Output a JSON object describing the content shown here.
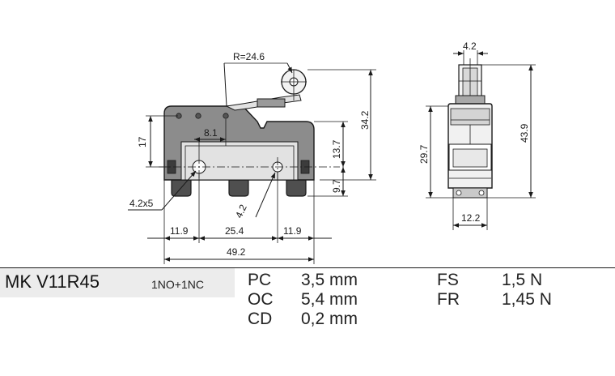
{
  "dimensions": {
    "radius": "R=24.6",
    "width_top": "4.2",
    "h_34_2": "34.2",
    "h_43_9": "43.9",
    "h_29_7": "29.7",
    "h_17": "17",
    "h_13_7": "13.7",
    "h_9_7": "9.7",
    "d_8_1": "8.1",
    "hole": "4.2x5",
    "pin": "4.2",
    "d_11_9_left": "11.9",
    "d_25_4": "25.4",
    "d_11_9_right": "11.9",
    "d_49_2": "49.2",
    "d_12_2": "12.2"
  },
  "product": {
    "model": "MK V11R45",
    "contacts": "1NO+1NC"
  },
  "specs": [
    {
      "key": "PC",
      "value": "3,5 mm"
    },
    {
      "key": "OC",
      "value": "5,4 mm"
    },
    {
      "key": "CD",
      "value": "0,2 mm"
    },
    {
      "key": "FS",
      "value": "1,5 N"
    },
    {
      "key": "FR",
      "value": "1,45 N"
    }
  ]
}
